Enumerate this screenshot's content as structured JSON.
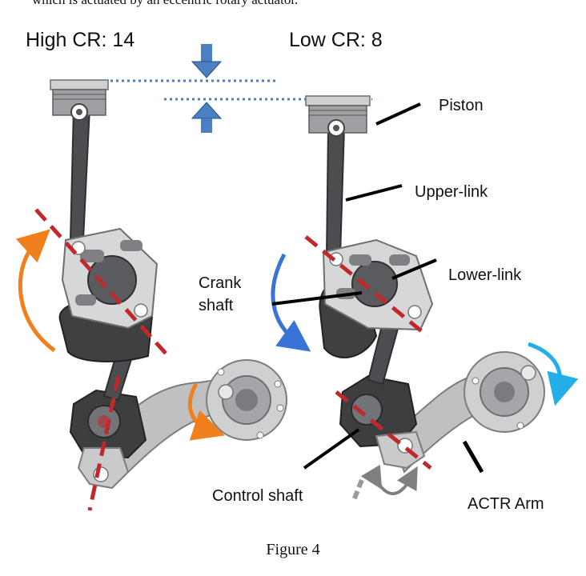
{
  "header_fragment": "which is actuated by an eccentric rotary actuator.",
  "high_cr_label": "High CR: 14",
  "low_cr_label": "Low CR: 8",
  "labels": {
    "piston": "Piston",
    "upper_link": "Upper-link",
    "lower_link": "Lower-link",
    "crank_shaft_line1": "Crank",
    "crank_shaft_line2": "shaft",
    "control_shaft": "Control shaft",
    "actr_arm": "ACTR Arm"
  },
  "caption": "Figure 4",
  "colors": {
    "axis_dash": "#c0282a",
    "orange_arrow": "#f07f1c",
    "blue_arrow": "#3a73d6",
    "cyan_arrow": "#22aee6",
    "gray_arrow": "#808080",
    "compression_arrow": "#4a7fc1",
    "tdc_dotted_line": "#4a7fc1",
    "metal": "#b5b6b8",
    "dark_metal": "#4a4b4d"
  }
}
